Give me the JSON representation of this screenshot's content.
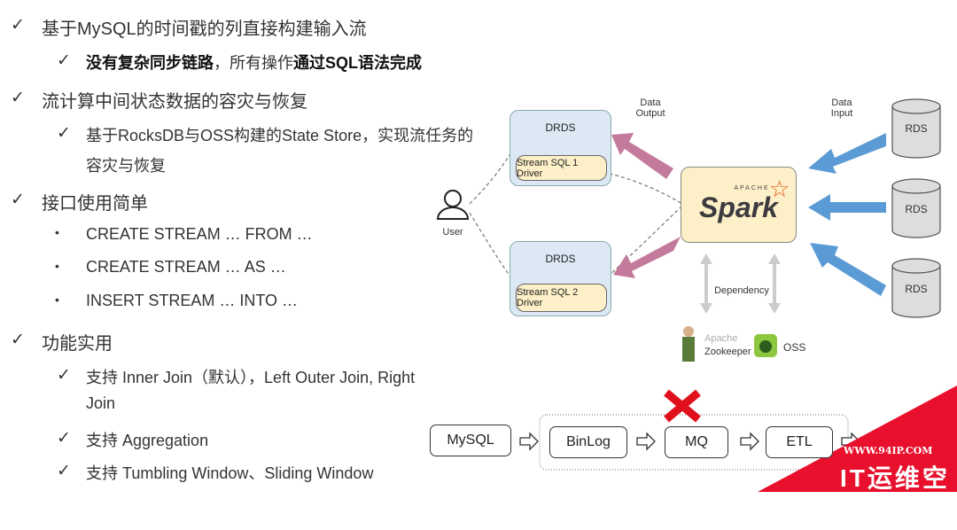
{
  "bullets": [
    {
      "mark": "✓",
      "text": "基于MySQL的时间戳的列直接构建输入流"
    },
    {
      "mark": "✓",
      "bold1": "没有复杂同步链路",
      "mid": "，所有操作",
      "bold2": "通过SQL语法完成"
    },
    {
      "mark": "✓",
      "text": "流计算中间状态数据的容灾与恢复"
    },
    {
      "mark": "✓",
      "text": "基于RocksDB与OSS构建的State Store，实现流任务的"
    },
    {
      "text": "容灾与恢复"
    },
    {
      "mark": "✓",
      "text": "接口使用简单"
    },
    {
      "mark": "•",
      "text": "CREATE STREAM … FROM …"
    },
    {
      "mark": "•",
      "text": "CREATE STREAM … AS …"
    },
    {
      "mark": "•",
      "text": "INSERT STREAM … INTO …"
    },
    {
      "mark": "✓",
      "text": "功能实用"
    },
    {
      "mark": "✓",
      "text": "支持 Inner  Join（默认），Left Outer Join, Right"
    },
    {
      "text": "Join"
    },
    {
      "mark": "✓",
      "text": "支持 Aggregation"
    },
    {
      "mark": "✓",
      "text": "支持 Tumbling Window、Sliding Window"
    }
  ],
  "diagram": {
    "drds1": "DRDS",
    "driver1": "Stream SQL 1 Driver",
    "drds2": "DRDS",
    "driver2": "Stream SQL 2 Driver",
    "user": "User",
    "data_output": "Data\nOutput",
    "data_input": "Data\nInput",
    "spark_small": "APACHE",
    "spark": "Spark",
    "rds": [
      "RDS",
      "RDS",
      "RDS"
    ],
    "dependency": "Dependency",
    "zk_apache": "Apache",
    "zk": "Zookeeper",
    "oss": "OSS"
  },
  "flow": [
    "MySQL",
    "BinLog",
    "MQ",
    "ETL"
  ],
  "watermark": {
    "url": "WWW.94IP.COM",
    "name": "IT运维空间"
  },
  "colors": {
    "output_arrow": "#c47a9c",
    "input_arrow": "#5b9bd5",
    "spark_orange": "#e25a1c",
    "watermark": "#e8102c"
  }
}
